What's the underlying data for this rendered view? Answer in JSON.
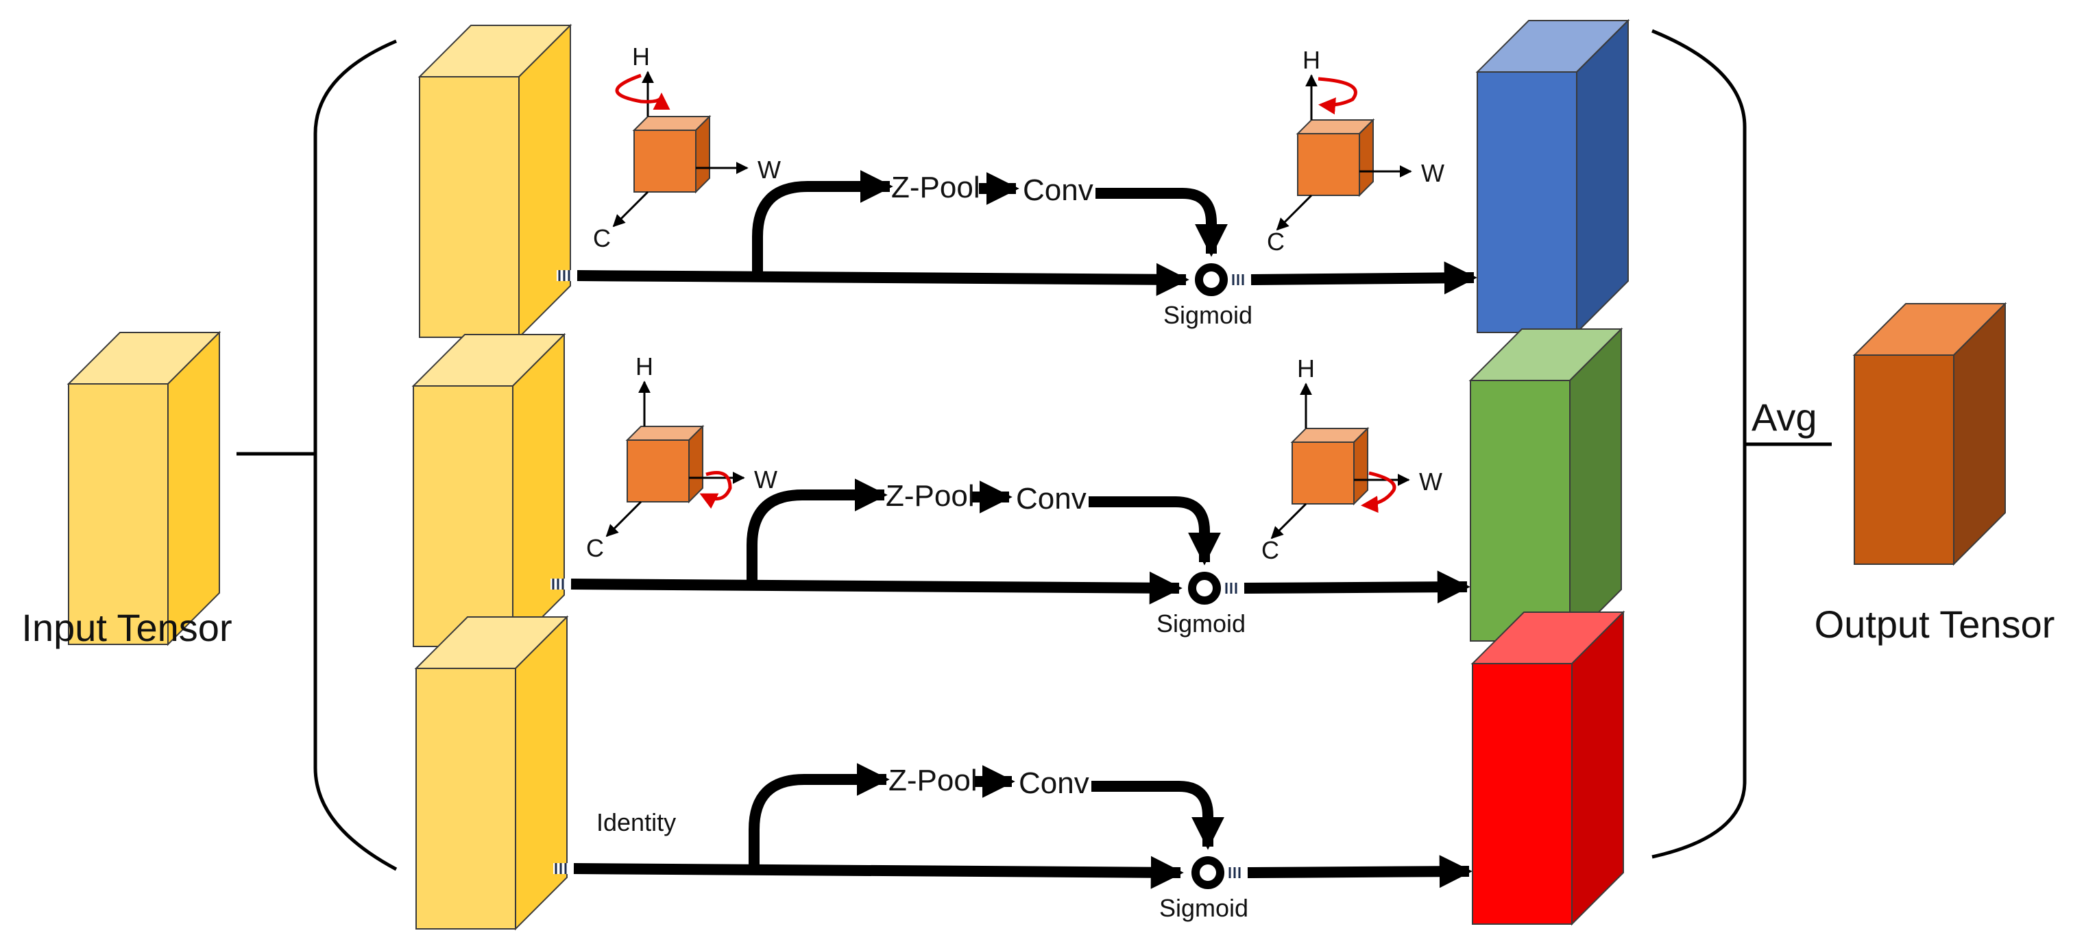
{
  "labels": {
    "input_tensor": "Input Tensor",
    "output_tensor": "Output Tensor",
    "avg": "Avg"
  },
  "branches": [
    {
      "id": "branch-1",
      "rotation_axis": "H",
      "axes": {
        "h": "H",
        "w": "W",
        "c": "C"
      },
      "pool": "Z-Pool",
      "conv": "Conv",
      "gate": "Sigmoid",
      "output_color": "#4472C4"
    },
    {
      "id": "branch-2",
      "rotation_axis": "W",
      "axes": {
        "h": "H",
        "w": "W",
        "c": "C"
      },
      "pool": "Z-Pool",
      "conv": "Conv",
      "gate": "Sigmoid",
      "output_color": "#70AD47"
    },
    {
      "id": "branch-3",
      "identity": "Identity",
      "pool": "Z-Pool",
      "conv": "Conv",
      "gate": "Sigmoid",
      "output_color": "#FF0000"
    }
  ],
  "colors": {
    "tensor_front": "#FFD966",
    "tensor_top": "#FFE699",
    "tensor_side": "#FFCC33",
    "small_cube_front": "#ED7D31",
    "small_cube_top": "#F4B183",
    "small_cube_side": "#C65911",
    "output_front": "#C55A11",
    "output_top": "#F08C4A",
    "output_side": "#8F4211",
    "rotation_arrow": "#E00000",
    "line": "#000000"
  }
}
